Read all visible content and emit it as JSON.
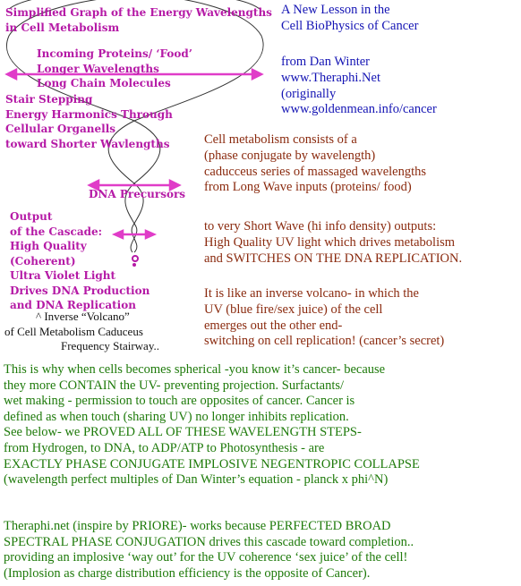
{
  "diagram": {
    "title_lines": [
      "Simplified Graph of the Energy Wavelengths",
      "in Cell Metabolism"
    ],
    "inputs_lines": [
      "Incoming Proteins/ ‘Food’",
      "Longer Wavelengths",
      "Long Chain Molecules"
    ],
    "stair_lines": [
      "Stair Stepping",
      "Energy Harmonics Through",
      "Cellular Organells",
      "toward Shorter Wavlengths"
    ],
    "dna_precursors": "DNA Precursors",
    "output_lines": [
      "Output",
      "of the Cascade:",
      "High Quality",
      "(Coherent)",
      "Ultra Violet Light",
      "Drives DNA Production",
      "and DNA Replication"
    ],
    "caption_lines": [
      "^ Inverse “Volcano”",
      "of Cell Metabolism Caduceus",
      "Frequency Stairway.."
    ]
  },
  "header": {
    "lines": [
      "A New Lesson in the",
      "Cell BioPhysics of Cancer"
    ],
    "author_lines": [
      "from Dan Winter",
      "www.Theraphi.Net",
      "(originally",
      "www.goldenmean.info/cancer"
    ]
  },
  "brown_block_1": [
    "Cell metabolism consists of a",
    "(phase conjugate by wavelength)",
    "caducceus series of massaged wavelengths",
    "from Long Wave inputs (proteins/ food)"
  ],
  "brown_block_2": [
    "to very Short Wave (hi info density) outputs:",
    "High Quality UV light which drives metabolism",
    "and SWITCHES ON THE DNA REPLICATION."
  ],
  "brown_block_3": [
    "It is like an inverse volcano- in which the",
    "UV (blue fire/sex juice) of the cell",
    "emerges out the other end-",
    "switching on cell replication! (cancer’s secret)"
  ],
  "green_block_1": [
    "This is why when cells becomes spherical -you know it’s cancer- because",
    "they more CONTAIN the UV- preventing projection. Surfactants/",
    "wet making - permission to touch are  opposites  of cancer. Cancer is",
    "defined as when touch (sharing UV) no longer inhibits replication.",
    "See below- we PROVED ALL OF THESE WAVELENGTH STEPS-",
    "from Hydrogen, to DNA, to ADP/ATP to Photosynthesis - are",
    "EXACTLY PHASE CONJUGATE IMPLOSIVE NEGENTROPIC COLLAPSE",
    "(wavelength perfect multiples of Dan Winter’s equation - planck x phi^N)"
  ],
  "green_block_2": [
    "Theraphi.net (inspire by PRIORE)- works because PERFECTED BROAD",
    "SPECTRAL PHASE CONJUGATION drives this cascade toward completion..",
    "providing an implosive ‘way out’ for the UV coherence ‘sex juice’ of the cell!",
    "(Implosion as charge distribution efficiency is the opposite of Cancer)."
  ],
  "colors": {
    "magenta": "#b51aa6",
    "blue": "#1414b4",
    "brown": "#8a2a0e",
    "green": "#1e7a0a"
  }
}
